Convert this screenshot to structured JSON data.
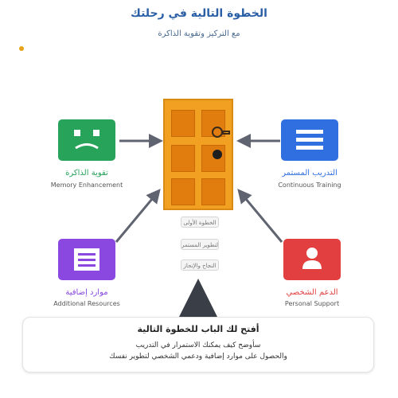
{
  "header": {
    "title": "الخطوة التالية في رحلتك",
    "subtitle": "مع التركيز وتقوية الذاكرة"
  },
  "nodes": {
    "memory": {
      "ar": "تقوية الذاكرة",
      "en": "Memory Enhancement",
      "color": "#27a35a"
    },
    "training": {
      "ar": "التدريب المستمر",
      "en": "Continuous Training",
      "color": "#2f6fe0"
    },
    "resources": {
      "ar": "موارد إضافية",
      "en": "Additional Resources",
      "color": "#8a48e0"
    },
    "support": {
      "ar": "الدعم الشخصي",
      "en": "Personal Support",
      "color": "#e24040"
    }
  },
  "steps": [
    "الخطوة الأولى",
    "التطوير المستمر",
    "النجاح والإنجاز"
  ],
  "card": {
    "title": "أفتح لك الباب للخطوة التالية",
    "line1": "سأوضح كيف يمكنك الاستمرار في التدريب",
    "line2": "والحصول على موارد إضافية ودعمي الشخصي لتطوير نفسك"
  },
  "colors": {
    "title": "#2a5fa6",
    "door": "#f2a021",
    "door_panel": "#e07d0e",
    "arrow": "#5f6470",
    "pyramid": "#3a3f47"
  }
}
